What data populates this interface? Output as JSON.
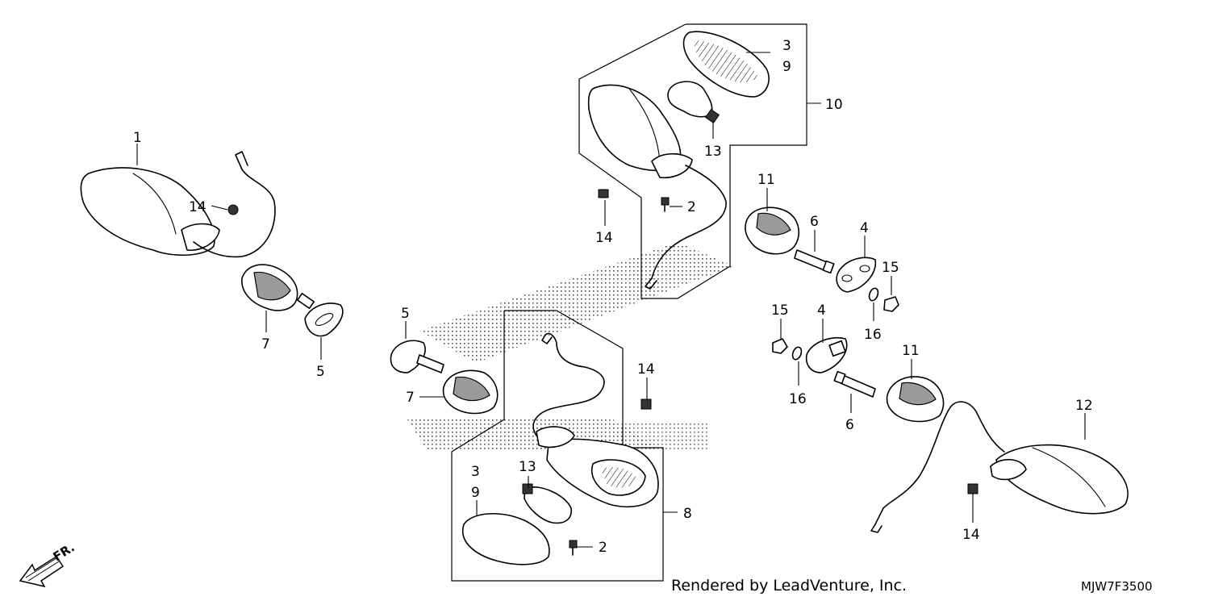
{
  "callouts": {
    "p1": "1",
    "p14a": "14",
    "p7a": "7",
    "p5a": "5",
    "p3a": "3",
    "p9a": "9",
    "p10": "10",
    "p13a": "13",
    "p14b": "14",
    "p2a": "2",
    "p11a": "11",
    "p6a": "6",
    "p4a": "4",
    "p15a": "15",
    "p16a": "16",
    "p5b": "5",
    "p7b": "7",
    "p14c": "14",
    "p15b": "15",
    "p4b": "4",
    "p11b": "11",
    "p16b": "16",
    "p6b": "6",
    "p12": "12",
    "p14d": "14",
    "p3b": "3",
    "p9b": "9",
    "p13b": "13",
    "p8": "8",
    "p2b": "2"
  },
  "front_arrow": "FR.",
  "credit": "Rendered by LeadVenture, Inc.",
  "diagram_code": "MJW7F3500",
  "icons": [
    "front-direction-arrow-icon"
  ]
}
